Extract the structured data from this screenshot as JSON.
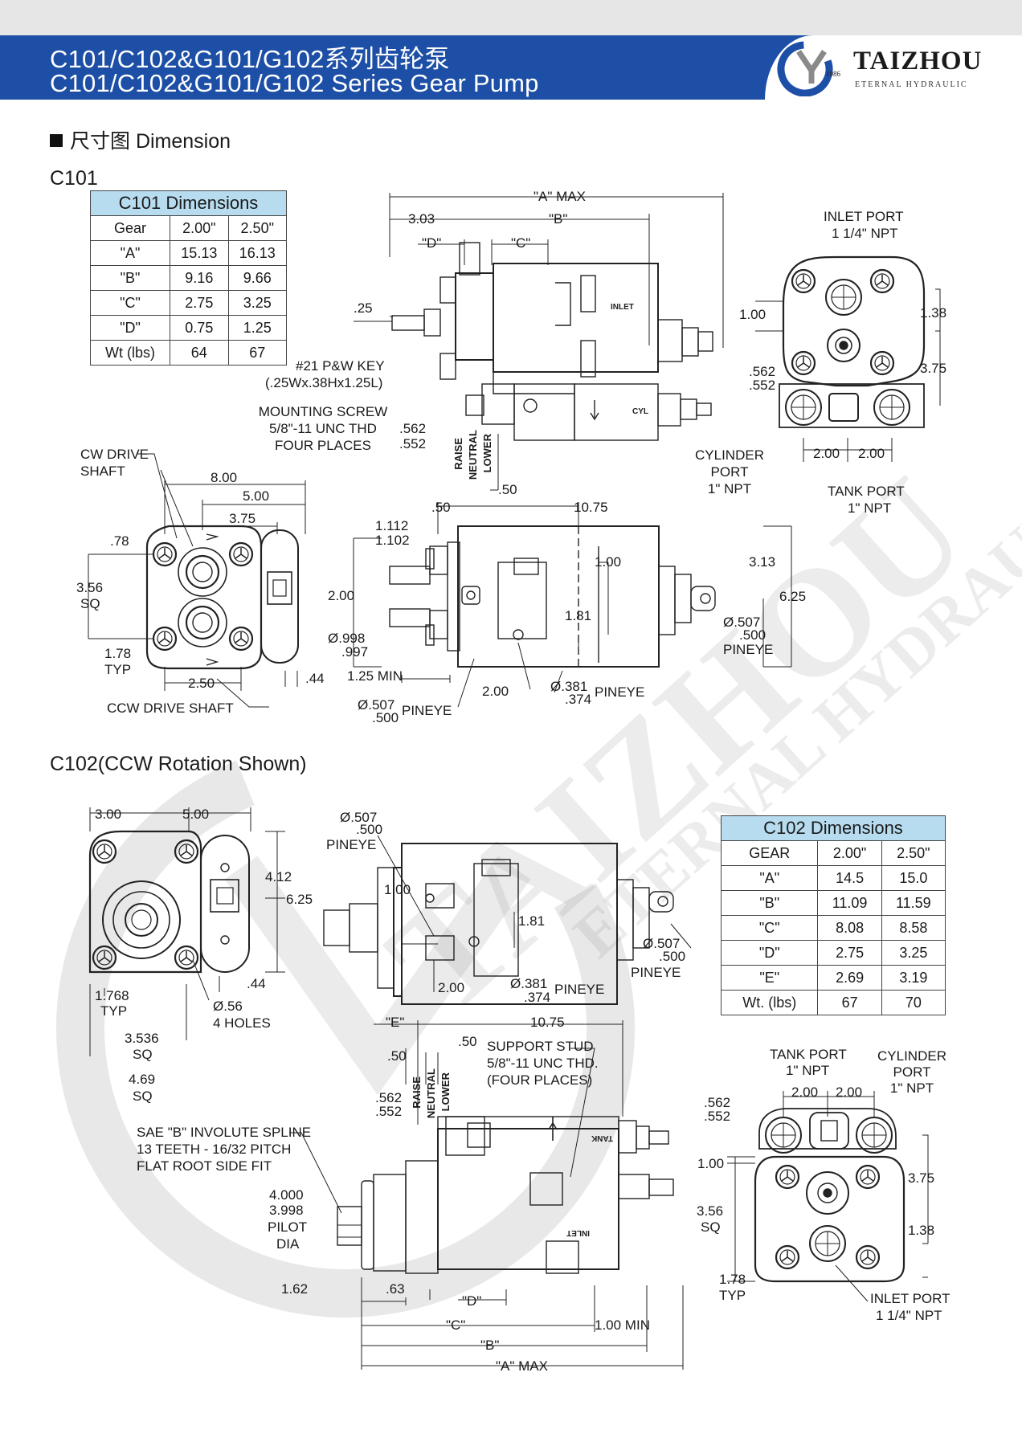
{
  "header": {
    "title_cn": "C101/C102&G101/G102系列齿轮泵",
    "title_en": "C101/C102&G101/G102 Series Gear Pump",
    "logo": {
      "name": "TAIZHOU",
      "subtitle": "ETERNAL HYDRAULIC",
      "year": "1986"
    },
    "colors": {
      "banner": "#1d4fa6",
      "table_header": "#b8dcef"
    }
  },
  "section": {
    "title": "尺寸图  Dimension"
  },
  "c101": {
    "label": "C101",
    "table": {
      "title": "C101 Dimensions",
      "columns": [
        "Gear",
        "2.00\"",
        "2.50\""
      ],
      "rows": [
        [
          "\"A\"",
          "15.13",
          "16.13"
        ],
        [
          "\"B\"",
          "9.16",
          "9.66"
        ],
        [
          "\"C\"",
          "2.75",
          "3.25"
        ],
        [
          "\"D\"",
          "0.75",
          "1.25"
        ],
        [
          "Wt (lbs)",
          "64",
          "67"
        ]
      ]
    },
    "top_view": {
      "a_max": "\"A\" MAX",
      "b": "\"B\"",
      "c": "\"C\"",
      "d": "\"D\"",
      "d303": "3.03",
      "d25": ".25",
      "key": "#21 P&W KEY",
      "key_size": "(.25Wx.38Hx1.25L)",
      "mount": "MOUNTING SCREW",
      "mount_thd": "5/8\"-11 UNC THD",
      "mount_qty": "FOUR PLACES",
      "d562": ".562",
      "d552": ".552",
      "raise": "RAISE",
      "neutral": "NEUTRAL",
      "lower": "LOWER",
      "d50": ".50",
      "inlet": "INLET",
      "cyl": "CYL"
    },
    "end_view": {
      "inlet_port": "INLET PORT",
      "inlet_npt": "1 1/4\" NPT",
      "d100": "1.00",
      "d138": "1.38",
      "d375": "3.75",
      "d562": ".562",
      "d552": ".552",
      "d200a": "2.00",
      "d200b": "2.00",
      "cyl_port": "CYLINDER",
      "cyl_port2": "PORT",
      "cyl_npt": "1\" NPT",
      "tank_port": "TANK PORT",
      "tank_npt": "1\" NPT"
    },
    "front_view": {
      "cw": "CW DRIVE",
      "cw2": "SHAFT",
      "d800": "8.00",
      "d500": "5.00",
      "d375": "3.75",
      "d78": ".78",
      "d356": "3.56",
      "sq": "SQ",
      "d178": "1.78",
      "typ": "TYP",
      "d250": "2.50",
      "d44": ".44",
      "ccw": "CCW DRIVE SHAFT"
    },
    "side_view": {
      "d50": ".50",
      "d1075": "10.75",
      "d1112": "1.112",
      "d1102": "1.102",
      "d200": "2.00",
      "d998": "Ø.998",
      "d997": ".997",
      "d125min": "1.25 MIN",
      "d100": "1.00",
      "d181": "1.81",
      "d313": "3.13",
      "d625": "6.25",
      "pin507": "Ø.507",
      "pin500": ".500",
      "pineye": "PINEYE",
      "d200b": "2.00",
      "pin381": "Ø.381",
      "pin374": ".374",
      "pineye2": "PINEYE",
      "pin507b": "Ø.507",
      "pin500b": ".500",
      "pineye3": "PINEYE"
    }
  },
  "c102": {
    "label": "C102(CCW Rotation Shown)",
    "table": {
      "title": "C102 Dimensions",
      "columns": [
        "GEAR",
        "2.00\"",
        "2.50\""
      ],
      "rows": [
        [
          "\"A\"",
          "14.5",
          "15.0"
        ],
        [
          "\"B\"",
          "11.09",
          "11.59"
        ],
        [
          "\"C\"",
          "8.08",
          "8.58"
        ],
        [
          "\"D\"",
          "2.75",
          "3.25"
        ],
        [
          "\"E\"",
          "2.69",
          "3.19"
        ],
        [
          "Wt. (lbs)",
          "67",
          "70"
        ]
      ]
    },
    "front_view": {
      "d300": "3.00",
      "d500": "5.00",
      "d412": "4.12",
      "d625": "6.25",
      "d44": ".44",
      "d1768": "1.768",
      "typ": "TYP",
      "d56": "Ø.56",
      "holes": "4 HOLES",
      "d3536": "3.536",
      "sq": "SQ",
      "d469": "4.69",
      "sq2": "SQ"
    },
    "side_view": {
      "pin507": "Ø.507",
      "pin500": ".500",
      "pineye": "PINEYE",
      "d100": "1.00",
      "d181": "1.81",
      "d200": "2.00",
      "pin381": "Ø.381",
      "pin374": ".374",
      "pineye2": "PINEYE",
      "pin507b": "Ø.507",
      "pin500b": ".500",
      "pineye3": "PINEYE"
    },
    "bottom_view": {
      "e": "\"E\"",
      "d1075": "10.75",
      "d50a": ".50",
      "d50b": ".50",
      "stud": "SUPPORT STUD",
      "stud_thd": "5/8\"-11 UNC THD.",
      "stud_qty": "(FOUR PLACES)",
      "d562": ".562",
      "d552": ".552",
      "raise": "RAISE",
      "neutral": "NEUTRAL",
      "lower": "LOWER",
      "d562b": ".562",
      "d552b": ".552",
      "tank": "TANK",
      "inlet": "INLET",
      "spline": "SAE \"B\" INVOLUTE SPLINE",
      "spline2": "13 TEETH - 16/32 PITCH",
      "spline3": "FLAT ROOT SIDE FIT",
      "d4000": "4.000",
      "d3998": "3.998",
      "pilot": "PILOT",
      "dia": "DIA",
      "d162": "1.62",
      "d63": ".63",
      "d": "\"D\"",
      "c": "\"C\"",
      "min": "1.00 MIN",
      "b": "\"B\"",
      "a_max": "\"A\" MAX"
    },
    "end_view": {
      "tank_port": "TANK PORT",
      "tank_npt": "1\" NPT",
      "cyl_port": "CYLINDER",
      "cyl_port2": "PORT",
      "cyl_npt": "1\" NPT",
      "d200a": "2.00",
      "d200b": "2.00",
      "d100": "1.00",
      "d375": "3.75",
      "d356": "3.56",
      "sq": "SQ",
      "d138": "1.38",
      "d178": "1.78",
      "typ": "TYP",
      "inlet_port": "INLET PORT",
      "inlet_npt": "1 1/4\" NPT"
    }
  }
}
